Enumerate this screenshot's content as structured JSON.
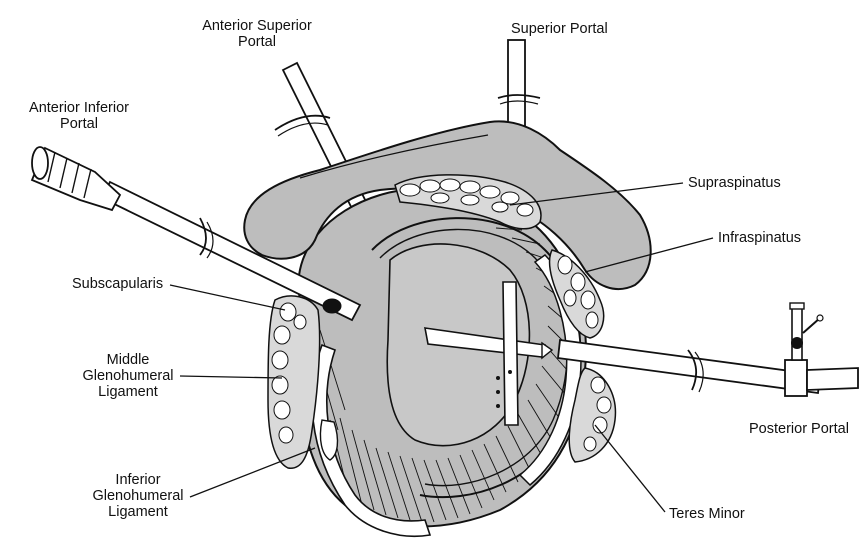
{
  "labels": {
    "anterior_superior_portal": [
      "Anterior Superior",
      "Portal"
    ],
    "superior_portal": "Superior Portal",
    "anterior_inferior_portal": [
      "Anterior Inferior",
      "Portal"
    ],
    "supraspinatus": "Supraspinatus",
    "infraspinatus": "Infraspinatus",
    "subscapularis": "Subscapularis",
    "middle_glenohumeral_ligament": [
      "Middle",
      "Glenohumeral",
      "Ligament"
    ],
    "posterior_portal": "Posterior Portal",
    "inferior_glenohumeral_ligament": [
      "Inferior",
      "Glenohumeral",
      "Ligament"
    ],
    "teres_minor": "Teres Minor"
  },
  "colors": {
    "tissue_fill": "#bdbdbd",
    "tissue_dark": "#9e9e9e",
    "instrument_fill": "#ffffff",
    "line": "#111111",
    "background": "#ffffff"
  }
}
